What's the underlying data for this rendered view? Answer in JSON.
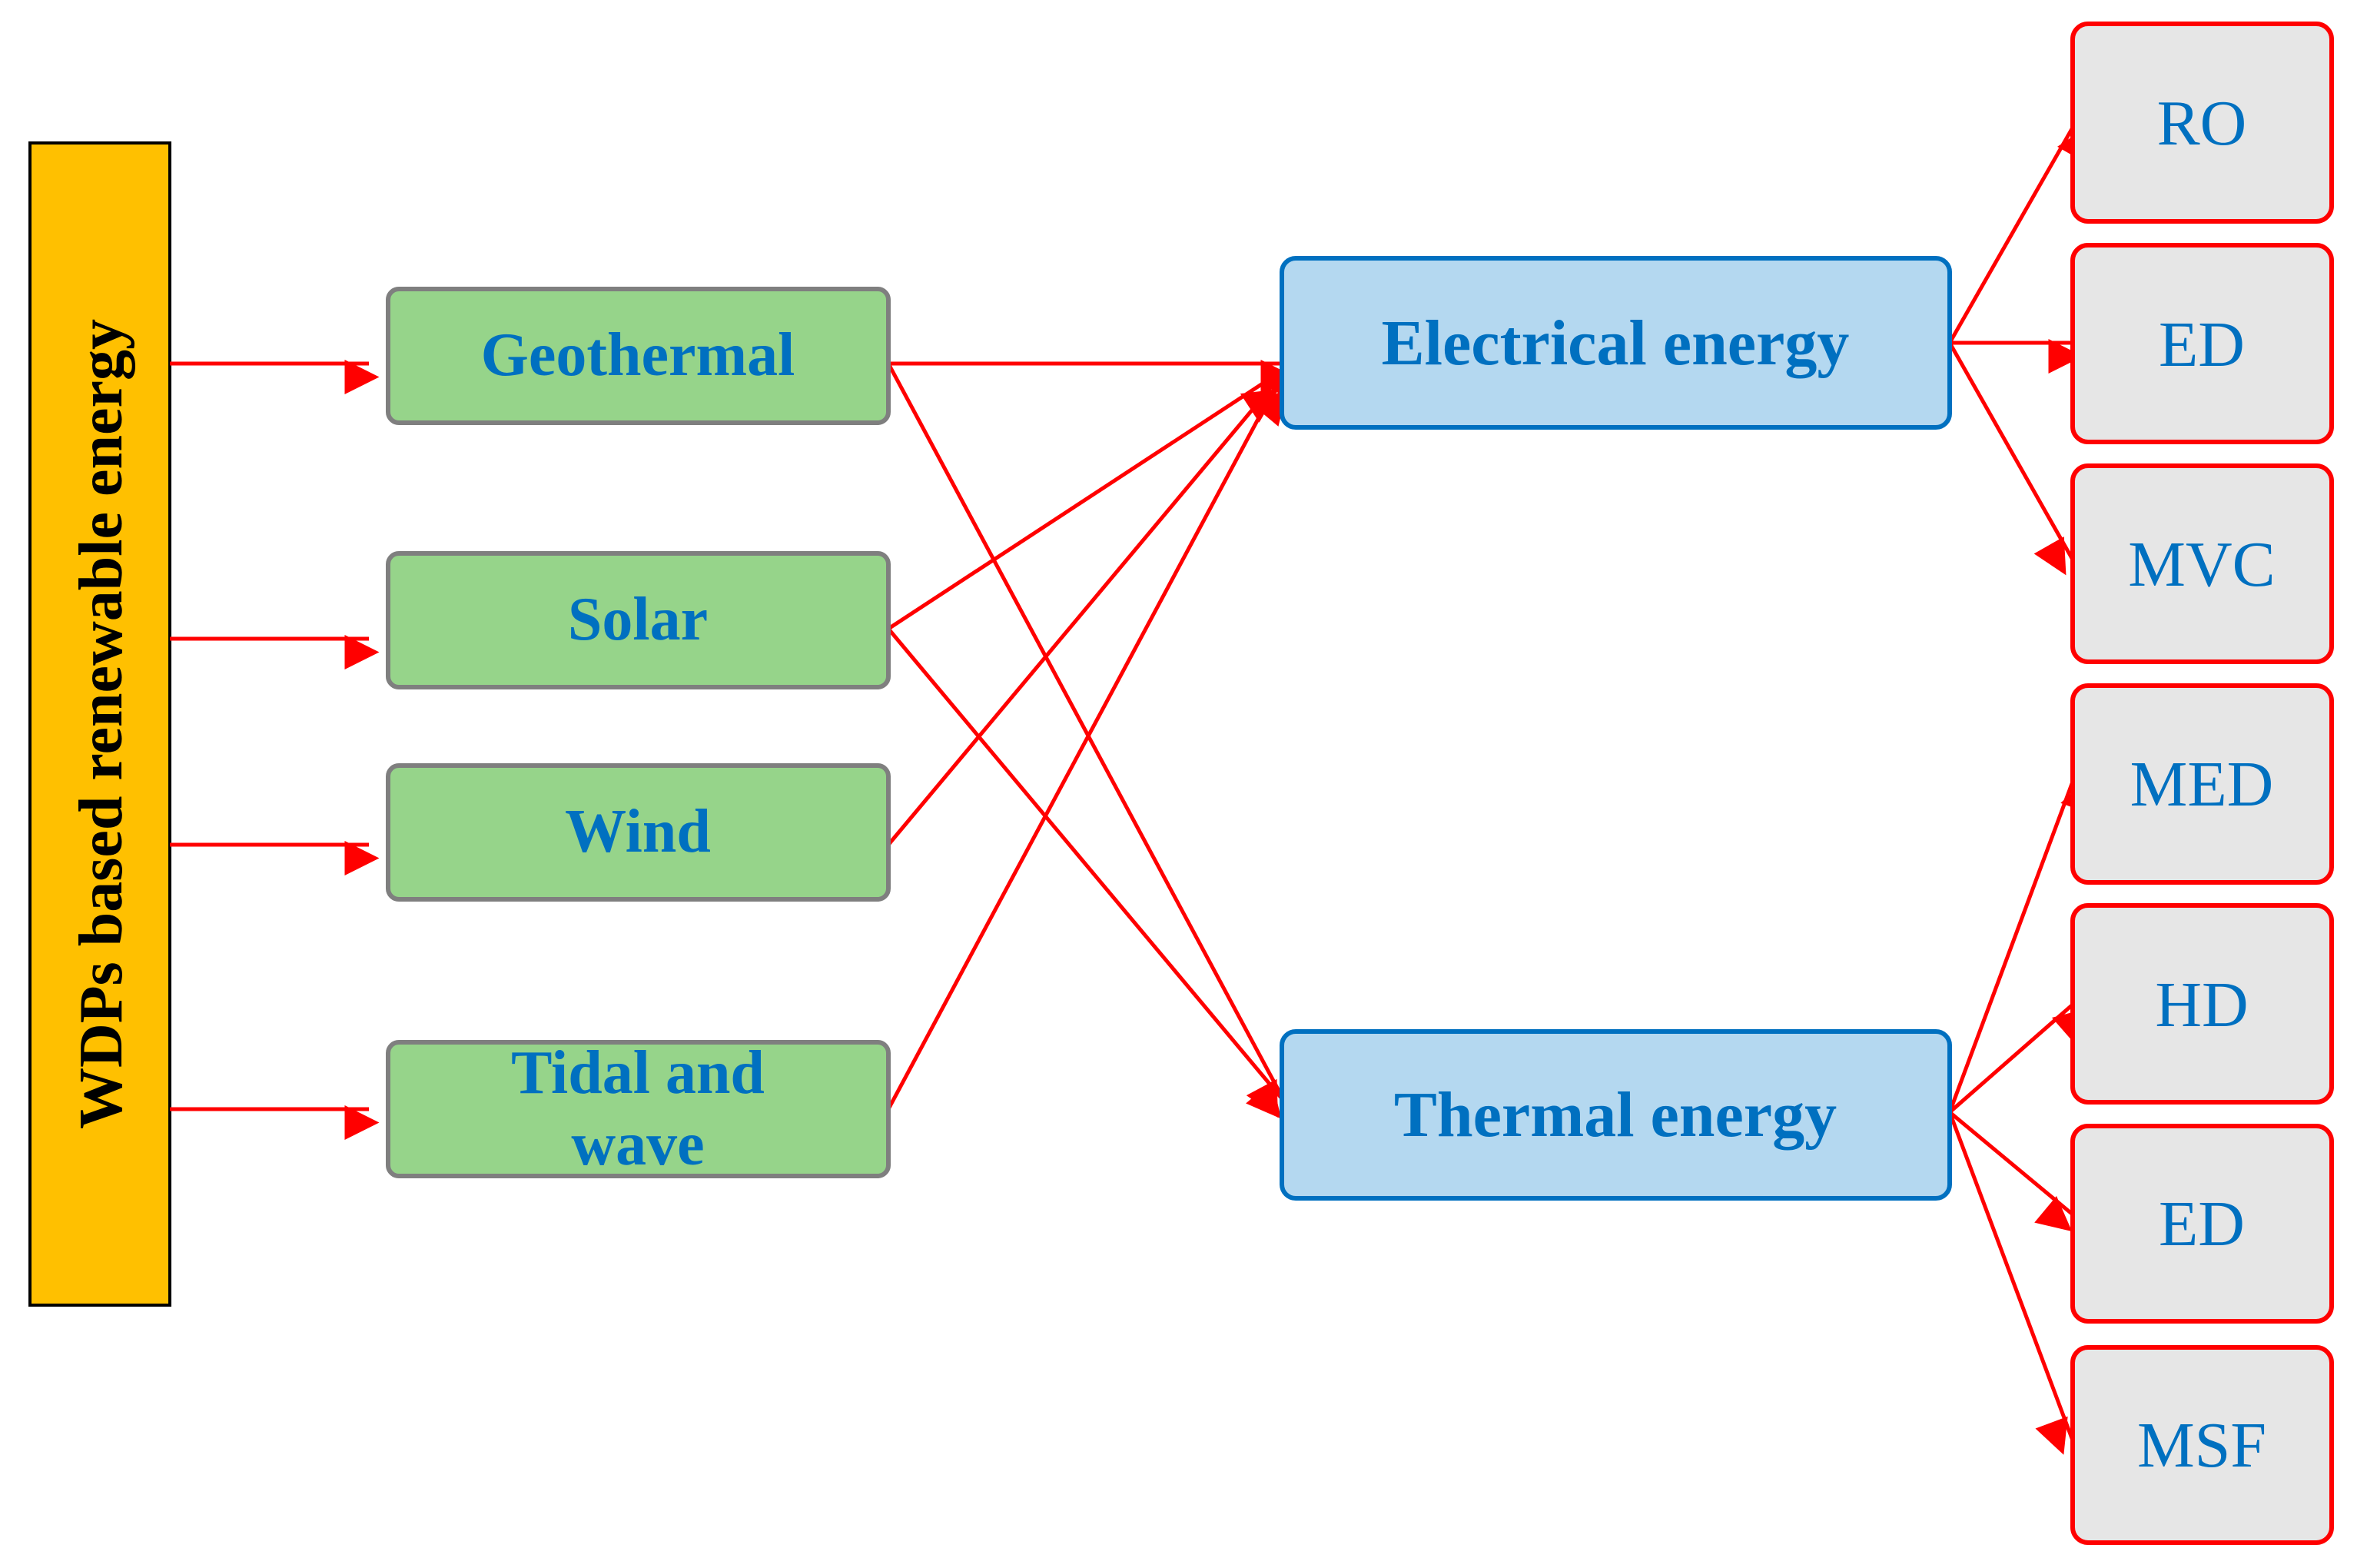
{
  "root": {
    "label": "WDPs based renewable energy",
    "color": "#FFC000"
  },
  "sources": [
    {
      "label": "Geothermal"
    },
    {
      "label": "Solar"
    },
    {
      "label": "Wind"
    },
    {
      "label_lines": [
        "Tidal and",
        "wave"
      ]
    }
  ],
  "energy_forms": [
    {
      "label": "Electrical energy",
      "outputs": [
        "RO",
        "ED",
        "MVC"
      ]
    },
    {
      "label": "Thermal energy",
      "outputs": [
        "MED",
        "HD",
        "ED",
        "MSF"
      ]
    }
  ],
  "links": [
    [
      "Geothermal",
      "Electrical energy"
    ],
    [
      "Geothermal",
      "Thermal energy"
    ],
    [
      "Solar",
      "Electrical energy"
    ],
    [
      "Solar",
      "Thermal energy"
    ],
    [
      "Wind",
      "Electrical energy"
    ],
    [
      "Tidal and wave",
      "Electrical energy"
    ]
  ],
  "colors": {
    "source_fill": "#96D48A",
    "energy_fill": "#B4D8F0",
    "output_fill": "#E6E6E6",
    "arrow": "#FF0000",
    "text": "#0070C0"
  }
}
